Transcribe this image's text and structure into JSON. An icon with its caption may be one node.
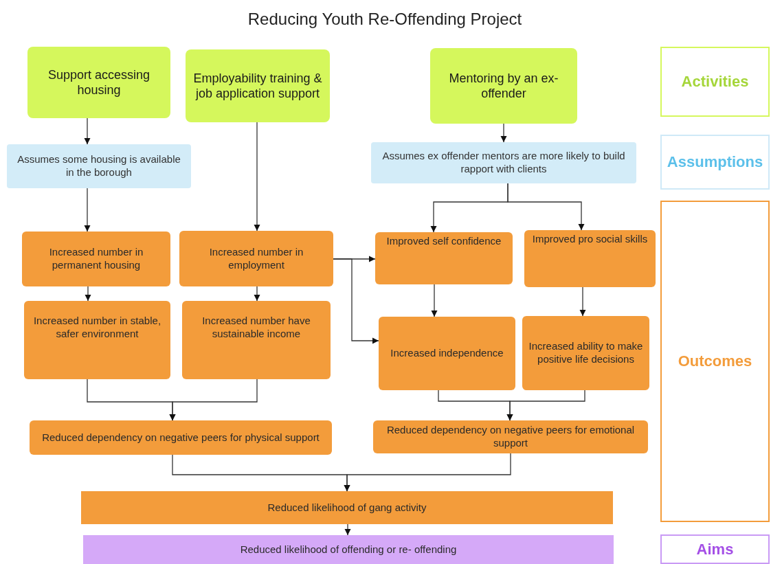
{
  "diagram": {
    "title": "Reducing Youth Re-Offending Project",
    "nodes": [
      {
        "text": [
          "Support accessing housing"
        ]
      },
      {
        "text": [
          "Employability training & job application support"
        ]
      },
      {
        "text": [
          "Mentoring by an ex- offender"
        ]
      },
      {
        "text": [
          "Assumes some housing is available in the borough"
        ]
      },
      {
        "text": [
          "Assumes ex offender mentors are more likely to build rapport with clients"
        ]
      },
      {
        "text": [
          "Increased number in permanent housing"
        ]
      },
      {
        "text": [
          "Increased number in employment"
        ]
      },
      {
        "text": [
          "Improved self confidence"
        ]
      },
      {
        "text": [
          "Improved pro social skills"
        ]
      },
      {
        "text": [
          "Increased number in stable, safer environment"
        ]
      },
      {
        "text": [
          "Increased number have sustainable income"
        ]
      },
      {
        "text": [
          "Increased independence"
        ]
      },
      {
        "text": [
          "Increased ability to make positive life decisions"
        ]
      },
      {
        "text": [
          "Reduced dependency on negative peers for physical support"
        ]
      },
      {
        "text": [
          "Reduced dependency on negative peers for emotional support"
        ]
      },
      {
        "text": [
          "Reduced likelihood of gang activity"
        ]
      },
      {
        "text": [
          "Reduced likelihood of offending or re- offending"
        ]
      },
      {
        "text": [
          "Activities"
        ]
      },
      {
        "text": [
          "Assumptions"
        ]
      },
      {
        "text": [
          "Outcomes"
        ]
      },
      {
        "text": [
          "Aims"
        ]
      }
    ],
    "edges": [
      {
        "from": 0,
        "to": 3,
        "arrow": "to"
      },
      {
        "from": 3,
        "to": 5,
        "arrow": "to"
      },
      {
        "from": 1,
        "to": 6,
        "arrow": "to"
      },
      {
        "from": 2,
        "to": 4,
        "arrow": "to"
      },
      {
        "from": 4,
        "to": 7,
        "arrow": "to"
      },
      {
        "from": 4,
        "to": 8,
        "arrow": "to"
      },
      {
        "from": 5,
        "to": 9,
        "arrow": "to"
      },
      {
        "from": 6,
        "to": 10,
        "arrow": "to"
      },
      {
        "from": 6,
        "to": 7,
        "arrow": "to"
      },
      {
        "from": 6,
        "to": 11,
        "arrow": "to"
      },
      {
        "from": 7,
        "to": 11,
        "arrow": "to"
      },
      {
        "from": 8,
        "to": 12,
        "arrow": "to"
      },
      {
        "from": 9,
        "to": 13,
        "arrow": "to"
      },
      {
        "from": 10,
        "to": 13,
        "arrow": "to"
      },
      {
        "from": 11,
        "to": 14,
        "arrow": "to"
      },
      {
        "from": 12,
        "to": 14,
        "arrow": "to"
      },
      {
        "from": 13,
        "to": 15,
        "arrow": "to"
      },
      {
        "from": 14,
        "to": 15,
        "arrow": "to"
      },
      {
        "from": 15,
        "to": 16,
        "arrow": "to"
      }
    ]
  }
}
